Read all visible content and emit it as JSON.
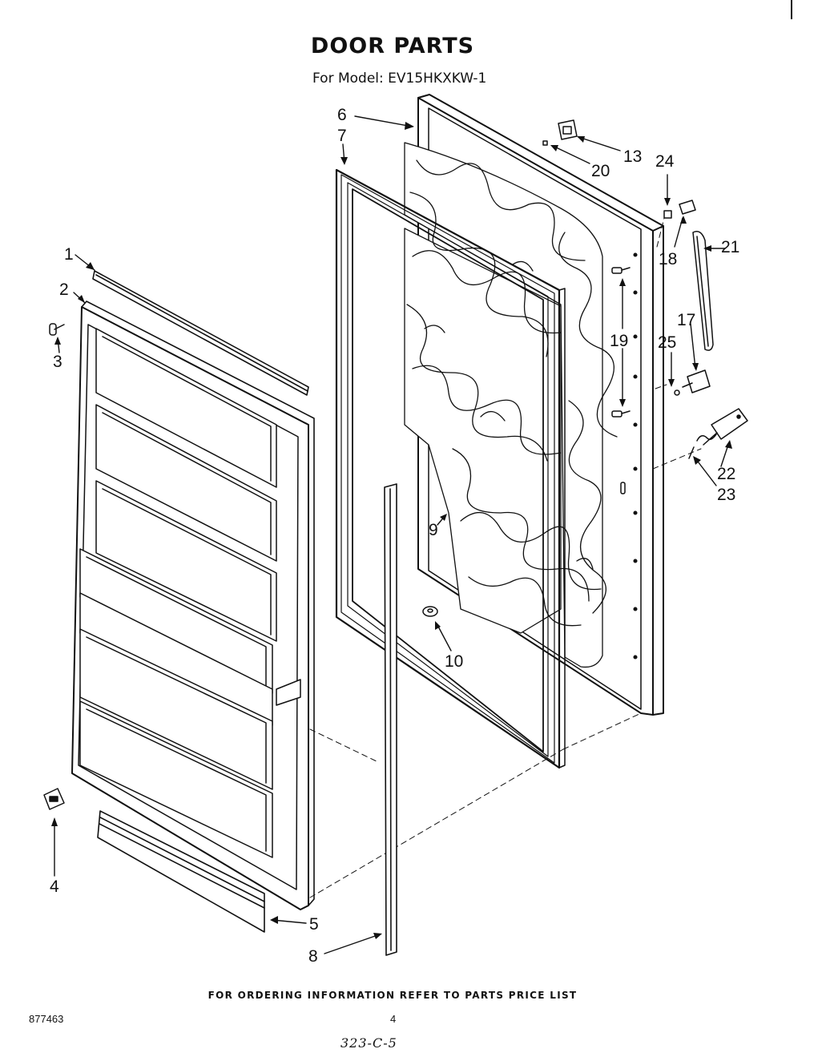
{
  "header": {
    "title": "DOOR PARTS",
    "subtitle": "For Model: EV15HKXKW-1"
  },
  "callouts": [
    {
      "num": "1"
    },
    {
      "num": "2"
    },
    {
      "num": "3"
    },
    {
      "num": "4"
    },
    {
      "num": "5"
    },
    {
      "num": "6"
    },
    {
      "num": "7"
    },
    {
      "num": "8"
    },
    {
      "num": "9"
    },
    {
      "num": "10"
    },
    {
      "num": "13"
    },
    {
      "num": "17"
    },
    {
      "num": "18"
    },
    {
      "num": "19"
    },
    {
      "num": "20"
    },
    {
      "num": "21"
    },
    {
      "num": "22"
    },
    {
      "num": "23"
    },
    {
      "num": "24"
    },
    {
      "num": "25"
    }
  ],
  "footer": {
    "ordering_note": "FOR ORDERING INFORMATION REFER TO PARTS PRICE LIST",
    "doc_number": "877463",
    "page_number": "4",
    "handwritten_note": "323-C-5"
  }
}
